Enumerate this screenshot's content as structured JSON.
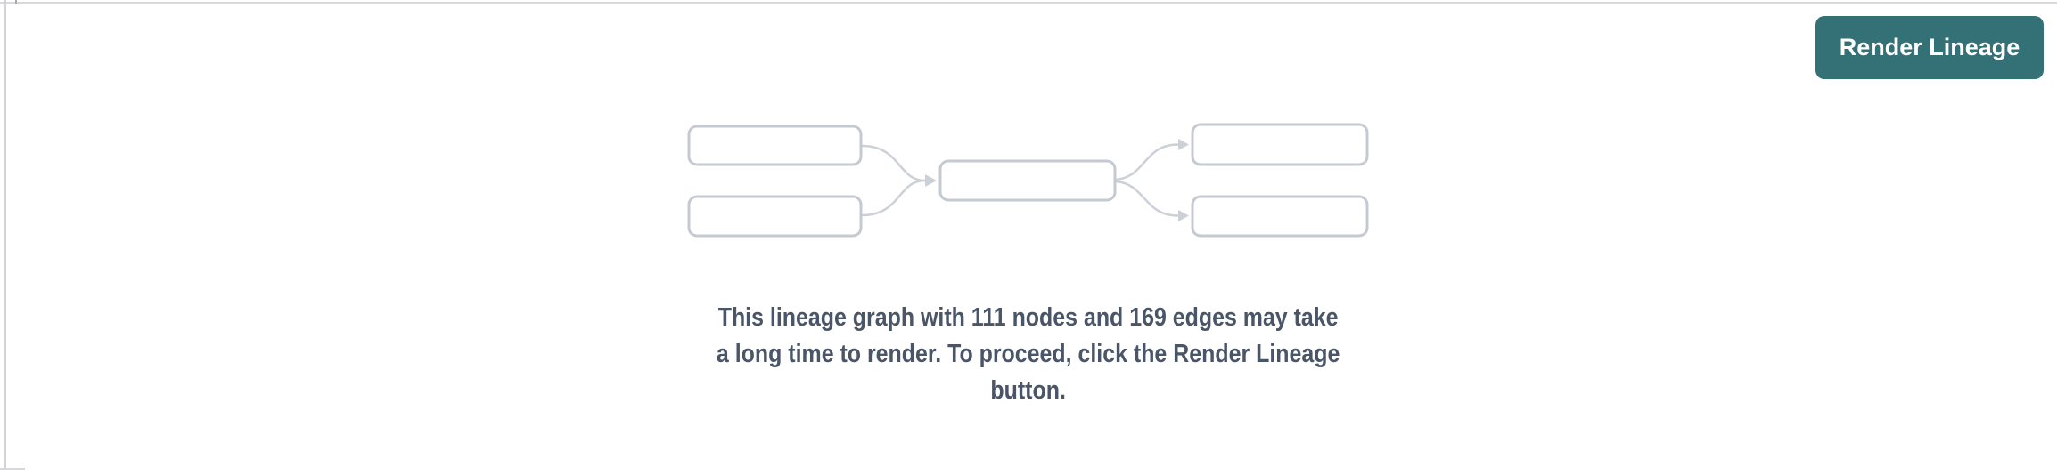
{
  "panel": {
    "background": "#ffffff",
    "border_color": "#dadade"
  },
  "toolbar": {
    "render_button": {
      "label": "Render Lineage",
      "bg": "#347177",
      "text_color": "#ffffff"
    }
  },
  "placeholder_graph": {
    "icon_name": "lineage-graph-placeholder-icon",
    "box_border_color": "#c5cad2",
    "edge_color": "#ccd0d7",
    "node_count": 5,
    "edge_count": 4
  },
  "message": {
    "color": "#4a5568",
    "text": "This lineage graph with 111 nodes and 169 edges may take a long time to render. To proceed, click the Render Lineage button.",
    "lines": [
      "This lineage graph with 111 nodes and 169 edges may take",
      "a long time to render. To proceed, click the Render Lineage",
      "button."
    ],
    "node_count": "111",
    "edge_count": "169"
  }
}
